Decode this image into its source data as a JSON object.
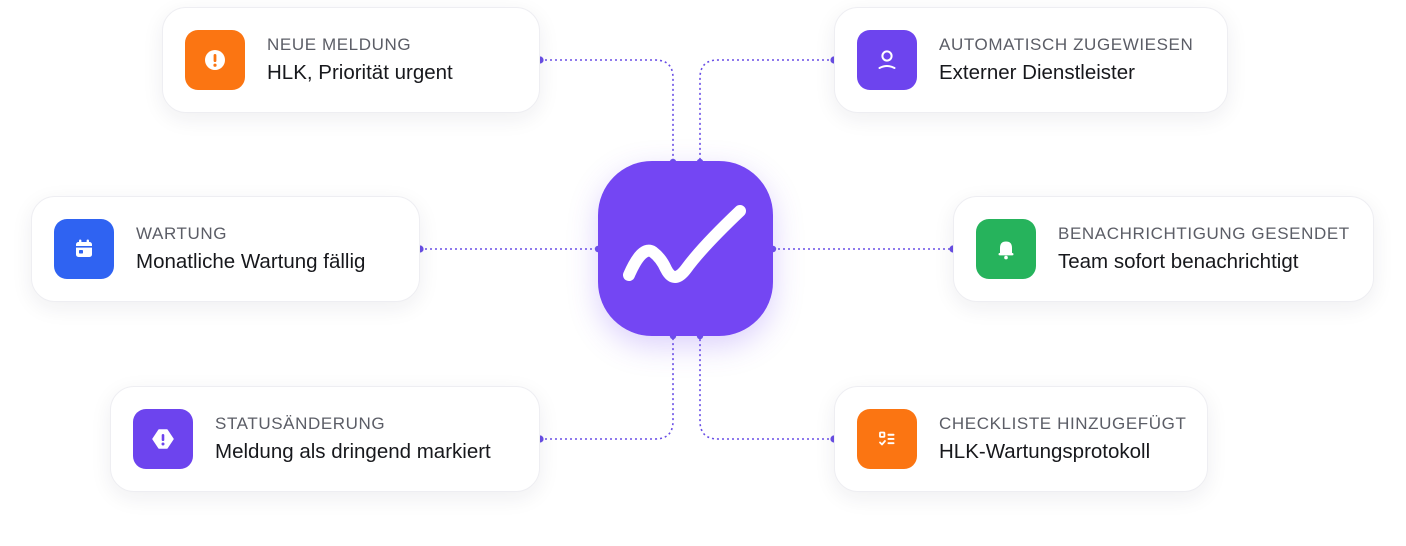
{
  "colors": {
    "hub": "#7446f3",
    "connector": "#6a4fe6",
    "orange": "#fb7512",
    "purple": "#6d44ee",
    "blue": "#2f63f2",
    "green": "#26b35c"
  },
  "hub": {
    "icon": "checkmark-wave-logo"
  },
  "cards": [
    {
      "label": "NEUE MELDUNG",
      "value": "HLK, Priorität urgent",
      "icon": "alert-circle-icon",
      "color": "#fb7512"
    },
    {
      "label": "AUTOMATISCH ZUGEWIESEN",
      "value": "Externer Dienstleister",
      "icon": "user-icon",
      "color": "#6d44ee"
    },
    {
      "label": "WARTUNG",
      "value": "Monatliche Wartung fällig",
      "icon": "calendar-icon",
      "color": "#2f63f2"
    },
    {
      "label": "BENACHRICHTIGUNG GESENDET",
      "value": "Team sofort benachrichtigt",
      "icon": "bell-icon",
      "color": "#26b35c"
    },
    {
      "label": "STATUSÄNDERUNG",
      "value": "Meldung als dringend markiert",
      "icon": "alert-octagon-icon",
      "color": "#6d44ee"
    },
    {
      "label": "CHECKLISTE HINZUGEFÜGT",
      "value": "HLK-Wartungsprotokoll",
      "icon": "checklist-icon",
      "color": "#fb7512"
    }
  ]
}
